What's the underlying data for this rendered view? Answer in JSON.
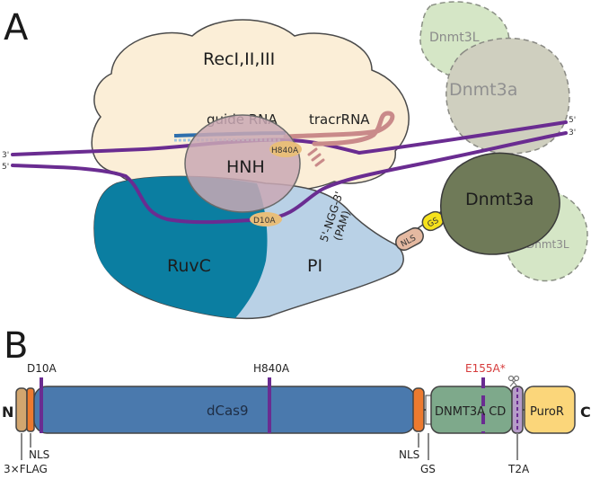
{
  "panel_a": {
    "letter": "A",
    "complex_recI_label": "RecI,II,III",
    "guide_rna_label": "guide RNA",
    "tracr_rna_label": "tracrRNA",
    "hnh_label": "HNH",
    "h840a_label": "H840A",
    "d10a_label": "D10A",
    "pam_line1": "5'-NGG-3'",
    "pam_line2": "(PAM)",
    "ruvc_label": "RuvC",
    "pi_label": "PI",
    "nls_label": "NLS",
    "gs_label": "GS",
    "dnmt3a_front_label": "Dnmt3a",
    "dnmt3a_back_label": "Dnmt3a",
    "dnmt3l_top_label": "Dnmt3L",
    "dnmt3l_bottom_label": "Dnmt3L",
    "dna_left_top": "3'",
    "dna_left_bottom": "5'",
    "dna_right_top": "5'",
    "dna_right_bottom": "3'"
  },
  "panel_b": {
    "letter": "B",
    "n_terminus": "N",
    "c_terminus": "C",
    "d10a_label": "D10A",
    "h840a_label": "H840A",
    "e155a_label": "E155A*",
    "dcas9_label": "dCas9",
    "dnmt3a_cd_label": "DNMT3A CD",
    "puror_label": "PuroR",
    "flag_label": "3×FLAG",
    "nls_left_label": "NLS",
    "nls_right_label": "NLS",
    "gs_label": "GS",
    "t2a_label": "T2A",
    "scissors_icon": "scissors-icon"
  },
  "colors": {
    "dna": "#6a2c91",
    "recI": "#fbeed7",
    "ruvc": "#0b7ea1",
    "pi": "#b9d1e6",
    "hnh": "#c9a8b4",
    "tracr": "#c98a8a",
    "guide": "#2e6fad",
    "dnmt3a_dark": "#6f7a58",
    "dnmt3a_grey": "#cfcfbf",
    "dnmt3l": "#d5e6c6",
    "dcas9": "#4a79ad",
    "cd": "#7ea98b",
    "puror": "#fbd67a",
    "nls": "#ec7a2f",
    "flag": "#d2a66f",
    "t2a": "#b59bc8",
    "e155a_text": "#d63a3a"
  }
}
